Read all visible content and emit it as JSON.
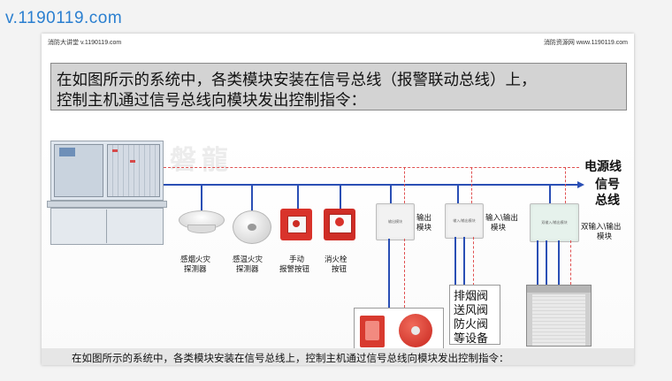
{
  "watermark": "v.1190119.com",
  "slide": {
    "header_left": "消防大讲堂 v.1190119.com",
    "header_right": "消防资源网 www.1190119.com",
    "title_line1": "在如图所示的系统中，各类模块安装在信号总线（报警联动总线）上，",
    "title_line2": "控制主机通过信号总线向模块发出控制指令：",
    "logo_text": "磐龍"
  },
  "diagram": {
    "power_line": "电源线",
    "signal_line": "信号",
    "bus_label": "总线",
    "devices": [
      {
        "label1": "感烟火灾",
        "label2": "探测器"
      },
      {
        "label1": "感温火灾",
        "label2": "探测器"
      },
      {
        "label1": "手动",
        "label2": "报警按钮"
      },
      {
        "label1": "消火栓",
        "label2": "按钮"
      }
    ],
    "modules": [
      {
        "label1": "输出",
        "label2": "模块"
      },
      {
        "label1": "输入\\输出",
        "label2": "模块"
      },
      {
        "label1": "双输入\\输出",
        "label2": "模块"
      }
    ],
    "equipment": [
      "排烟阀",
      "送风阀",
      "防火阀",
      "等设备"
    ]
  },
  "caption": "在如图所示的系统中，各类模块安装在信号总线上，控制主机通过信号总线向模块发出控制指令："
}
